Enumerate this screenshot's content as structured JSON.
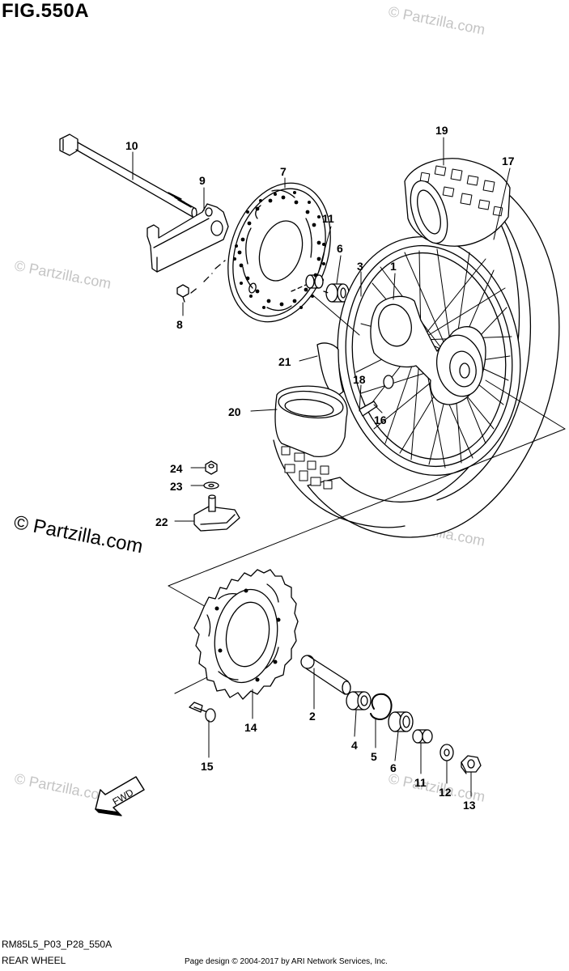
{
  "figure": {
    "title": "FIG.550A",
    "code": "RM85L5_P03_P28_550A",
    "name": "REAR WHEEL",
    "credit": "Page design © 2004-2017 by ARI Network Services, Inc."
  },
  "watermark": {
    "main": "© Partzilla.com",
    "faint": "© Partzilla.com"
  },
  "direction_label": "FWD",
  "callouts": {
    "c1": "1",
    "c2": "2",
    "c3": "3",
    "c4": "4",
    "c5": "5",
    "c6a": "6",
    "c6b": "6",
    "c7": "7",
    "c8": "8",
    "c9": "9",
    "c10": "10",
    "c11a": "11",
    "c11b": "11",
    "c12": "12",
    "c13": "13",
    "c14": "14",
    "c15": "15",
    "c16": "16",
    "c17": "17",
    "c18": "18",
    "c19": "19",
    "c20": "20",
    "c21": "21",
    "c22": "22",
    "c23": "23",
    "c24": "24"
  },
  "colors": {
    "ink": "#000000",
    "paper": "#ffffff",
    "watermark": "#c4c4c4"
  }
}
